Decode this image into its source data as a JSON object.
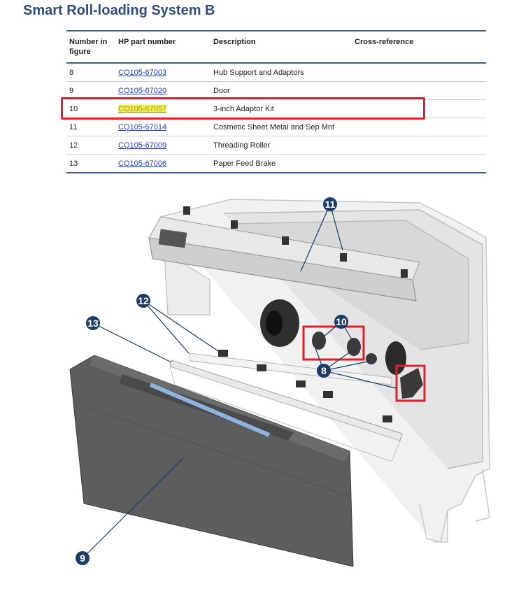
{
  "title": "Smart Roll-loading System B",
  "table": {
    "headers": {
      "number_in_figure": "Number in figure",
      "hp_part_number": "HP part number",
      "description": "Description",
      "cross_reference": "Cross-reference"
    },
    "rows": [
      {
        "number": "8",
        "part": "CQ105-67003",
        "description": "Hub Support and Adaptors",
        "cross_reference": ""
      },
      {
        "number": "9",
        "part": "CQ105-67020",
        "description": "Door",
        "cross_reference": ""
      },
      {
        "number": "10",
        "part": "CQ105-67057",
        "description": "3-inch Adaptor Kit",
        "cross_reference": "",
        "highlighted": true
      },
      {
        "number": "11",
        "part": "CQ105-67014",
        "description": "Cosmetic Sheet Metal and Sep Mnt",
        "cross_reference": ""
      },
      {
        "number": "12",
        "part": "CQ105-67009",
        "description": "Threading Roller",
        "cross_reference": ""
      },
      {
        "number": "13",
        "part": "CQ105-67006",
        "description": "Paper Feed Brake",
        "cross_reference": ""
      }
    ]
  },
  "diagram": {
    "callouts": [
      "11",
      "12",
      "13",
      "10",
      "8",
      "9"
    ]
  },
  "colors": {
    "title": "#2f4d7e",
    "rule": "#3d5d8c",
    "link": "#2a3fb5",
    "highlight": "#f3f04e",
    "red_box": "#e0202a",
    "callout": "#1b3c66"
  }
}
